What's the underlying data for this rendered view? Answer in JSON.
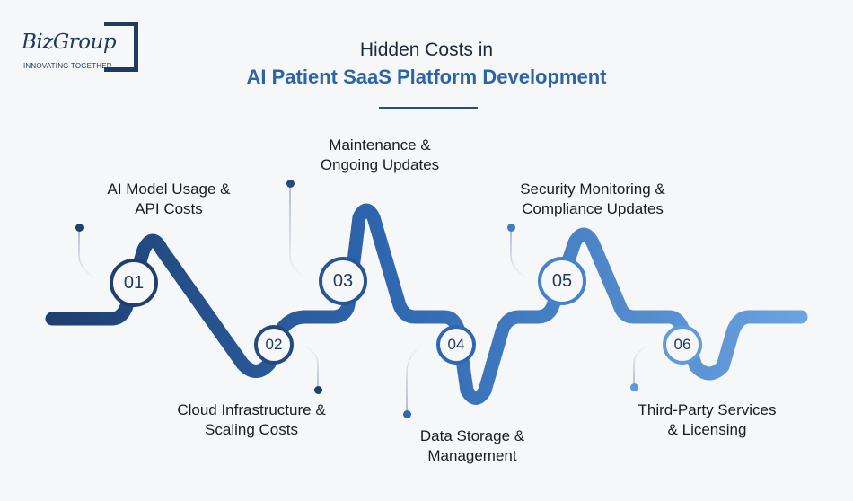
{
  "logo": {
    "name": "BizGroup",
    "tagline": "INNOVATING TOGETHER"
  },
  "title": {
    "line1": "Hidden Costs in",
    "line2": "AI Patient SaaS Platform Development"
  },
  "items": [
    {
      "number": "01",
      "line1": "AI Model Usage &",
      "line2": "API Costs"
    },
    {
      "number": "02",
      "line1": "Cloud Infrastructure &",
      "line2": "Scaling Costs"
    },
    {
      "number": "03",
      "line1": "Maintenance &",
      "line2": "Ongoing Updates"
    },
    {
      "number": "04",
      "line1": "Data Storage &",
      "line2": "Management"
    },
    {
      "number": "05",
      "line1": "Security Monitoring &",
      "line2": "Compliance Updates"
    },
    {
      "number": "06",
      "line1": "Third-Party Services",
      "line2": "& Licensing"
    }
  ],
  "colors": {
    "dark": "#1e3f6f",
    "mid": "#2f67b0",
    "light": "#6ba3e0"
  }
}
